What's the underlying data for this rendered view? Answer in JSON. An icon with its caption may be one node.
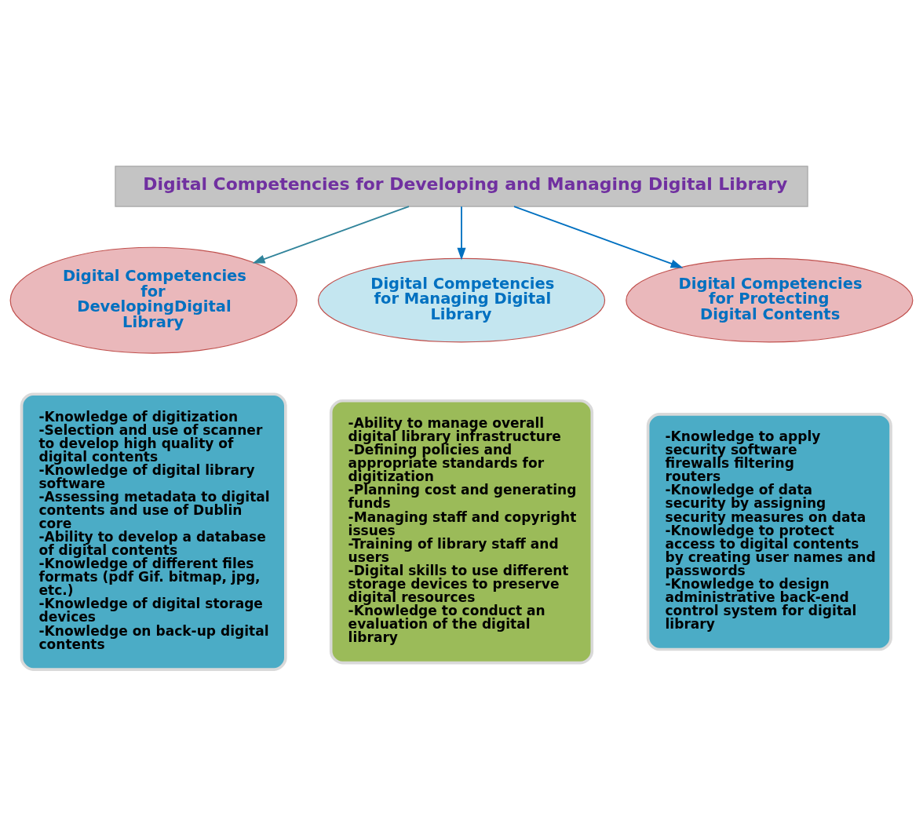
{
  "diagram": {
    "nodes": [
      {
        "text": [
          "Digital Competencies for Developing and Managing Digital Library"
        ]
      },
      {
        "text": [
          "Digital Competencies for DevelopingDigital Library"
        ]
      },
      {
        "text": [
          "Digital Competencies for Managing Digital Library"
        ]
      },
      {
        "text": [
          "Digital Competencies for Protecting Digital Contents"
        ]
      },
      {
        "text": [
          "-Knowledge of digitization",
          "-Selection and use of scanner to develop high quality of digital contents",
          "-Knowledge of digital library software",
          "-Assessing metadata to digital contents and use of Dublin core",
          "-Ability to develop a database of digital contents",
          "-Knowledge of different files formats (pdf Gif. bitmap, jpg, etc.)",
          "-Knowledge of digital storage devices",
          "-Knowledge on back-up digital contents"
        ]
      },
      {
        "text": [
          "-Ability to manage overall digital library infrastructure",
          "-Defining policies and appropriate standards for digitization",
          "-Planning cost and generating funds",
          "-Managing staff and copyright issues",
          "-Training of library staff and users",
          "-Digital skills to use different storage devices to preserve digital resources",
          "-Knowledge to conduct an evaluation of the digital library"
        ]
      },
      {
        "text": [
          "-Knowledge to apply security software firewalls filtering routers",
          "-Knowledge of data security by assigning security measures on data",
          "-Knowledge to protect access to digital contents by creating user names and passwords",
          "-Knowledge to design administrative back-end control system for digital library"
        ]
      }
    ],
    "edges": [
      {
        "from": 0,
        "to": 1,
        "arrow": "to",
        "color": "#31849b"
      },
      {
        "from": 0,
        "to": 2,
        "arrow": "to"
      },
      {
        "from": 0,
        "to": 3,
        "arrow": "to"
      }
    ]
  }
}
